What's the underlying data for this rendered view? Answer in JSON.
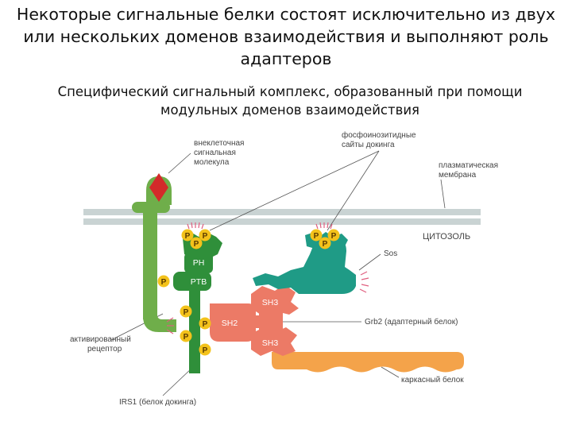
{
  "title": {
    "line1": "Некоторые сигнальные белки состоят исключительно из двух",
    "line2": "или  нескольких доменов взаимодействия и выполняют роль",
    "line3": "адаптеров"
  },
  "subtitle": {
    "line1": "Специфический сигнальный комплекс, образованный при помощи",
    "line2": "модульных доменов взаимодействия"
  },
  "diagram": {
    "labels": {
      "extracellular_1": "внеклеточная",
      "extracellular_2": "сигнальная",
      "extracellular_3": "молекула",
      "phospho_1": "фосфоинозитидные",
      "phospho_2": "сайты докинга",
      "membrane_1": "плазматическая",
      "membrane_2": "мембрана",
      "cytosol": "ЦИТОЗОЛЬ",
      "sos": "Sos",
      "receptor_1": "активированный",
      "receptor_2": "рецептор",
      "grb2": "Grb2 (адаптерный белок)",
      "scaffold": "каркасный белок",
      "irs1": "IRS1 (белок докинга)"
    },
    "domains": {
      "ph": "PH",
      "ptb": "PTB",
      "sh3_top": "SH3",
      "sh2": "SH2",
      "sh3_bottom": "SH3",
      "p": "P"
    },
    "colors": {
      "receptor": "#6fae4a",
      "irs1": "#2f8f3a",
      "sos": "#1f9b86",
      "grb2": "#ec7a66",
      "scaffold": "#f4a34a",
      "signal": "#d32a2a",
      "membrane": "#c9d3d3",
      "phosphate": "#f3c21b"
    }
  }
}
